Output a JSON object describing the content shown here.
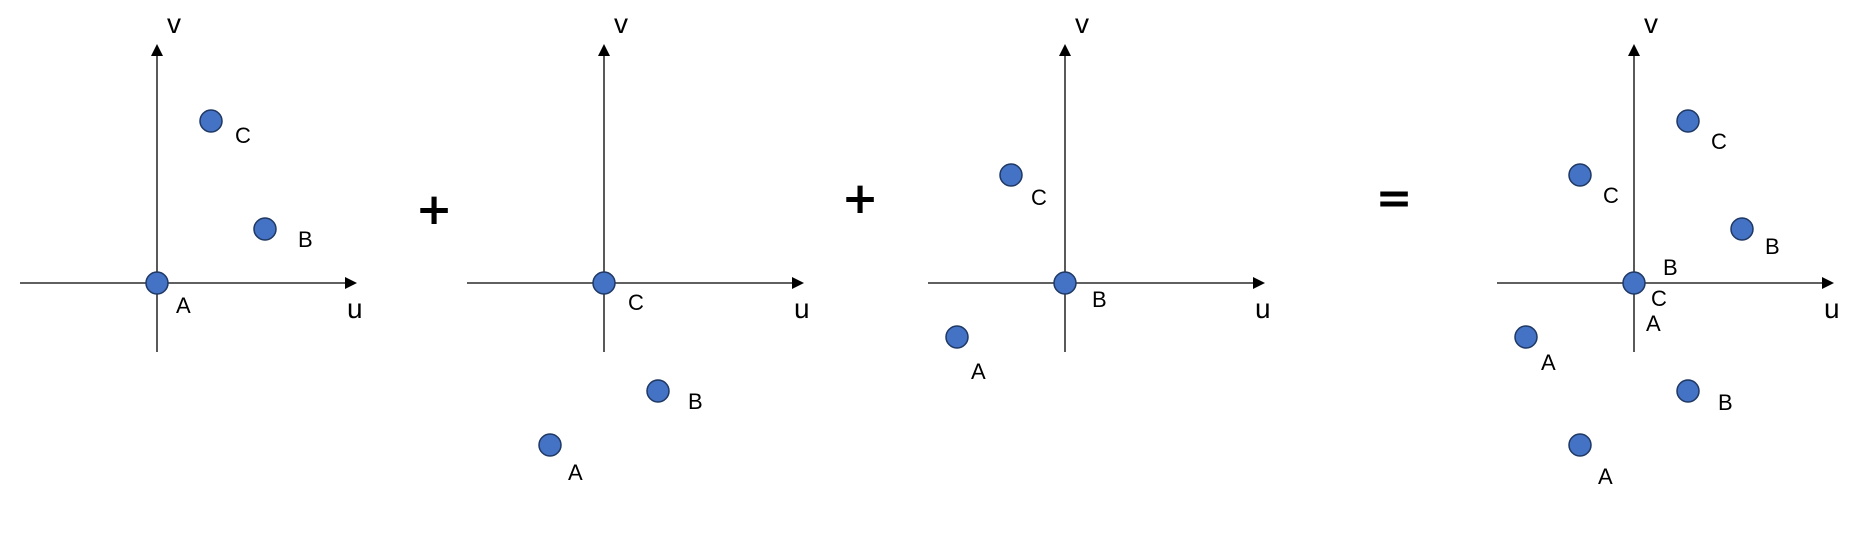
{
  "colors": {
    "point_fill": "#4472C4",
    "point_stroke": "#1F3864",
    "line": "#000000"
  },
  "operators": [
    "+",
    "+",
    "="
  ],
  "panels": [
    {
      "axis_labels": {
        "x": "u",
        "y": "v"
      },
      "points": [
        {
          "label": "A",
          "u": 0,
          "v": 0
        },
        {
          "label": "B",
          "u": 2,
          "v": 1
        },
        {
          "label": "C",
          "u": 1,
          "v": 3
        }
      ]
    },
    {
      "axis_labels": {
        "x": "u",
        "y": "v"
      },
      "points": [
        {
          "label": "C",
          "u": 0,
          "v": 0
        },
        {
          "label": "B",
          "u": 1,
          "v": -2
        },
        {
          "label": "A",
          "u": -1,
          "v": -3
        }
      ]
    },
    {
      "axis_labels": {
        "x": "u",
        "y": "v"
      },
      "points": [
        {
          "label": "B",
          "u": 0,
          "v": 0
        },
        {
          "label": "C",
          "u": -1,
          "v": 2
        },
        {
          "label": "A",
          "u": -2,
          "v": -1
        }
      ]
    },
    {
      "axis_labels": {
        "x": "u",
        "y": "v"
      },
      "points": [
        {
          "label": "C",
          "u": 1,
          "v": 3
        },
        {
          "label": "C",
          "u": -1,
          "v": 2
        },
        {
          "label": "B",
          "u": 2,
          "v": 1
        },
        {
          "label": "B",
          "u": 0,
          "v": 0
        },
        {
          "label": "C",
          "u": 0,
          "v": 0
        },
        {
          "label": "A",
          "u": 0,
          "v": 0
        },
        {
          "label": "A",
          "u": -2,
          "v": -1
        },
        {
          "label": "B",
          "u": 1,
          "v": -2
        },
        {
          "label": "A",
          "u": -1,
          "v": -3
        }
      ]
    }
  ]
}
